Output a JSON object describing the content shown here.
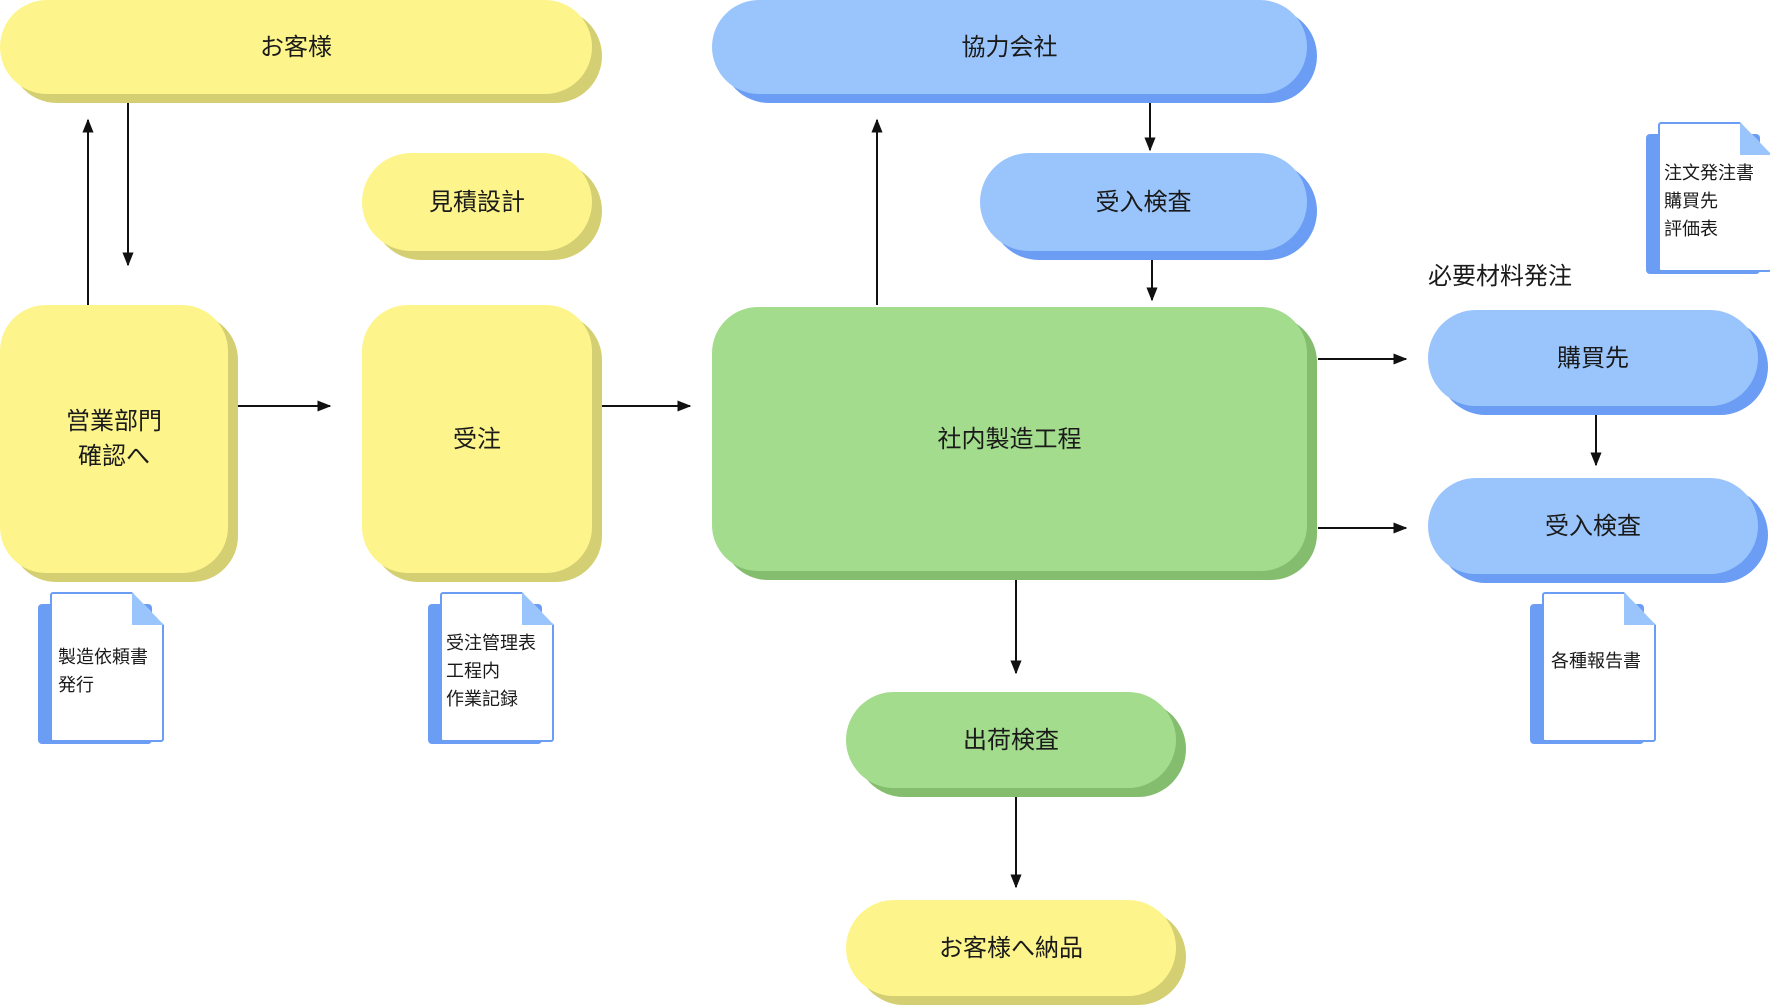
{
  "nodes": {
    "customer": "お客様",
    "partner": "協力会社",
    "estimate_design": "見積設計",
    "partner_inspection": "受入検査",
    "sales_dept": "営業部門\n確認へ",
    "order_receipt": "受注",
    "in_house_manufacturing": "社内製造工程",
    "supplier": "購買先",
    "supplier_inspection": "受入検査",
    "shipping_inspection": "出荷検査",
    "delivery": "お客様へ納品"
  },
  "labels": {
    "material_order": "必要材料発注"
  },
  "documents": {
    "sales_doc": "製造依頼書\n発行",
    "order_doc": "受注管理表\n工程内\n作業記録",
    "purchase_doc": "注文発注書\n購買先\n評価表",
    "report_doc": "各種報告書"
  },
  "colors": {
    "yellow": "#fdf58c",
    "blue": "#9ac5fc",
    "green": "#a2dc8c",
    "document_outline": "#6b9df5"
  },
  "icons": {
    "document": "document-stack-icon"
  }
}
